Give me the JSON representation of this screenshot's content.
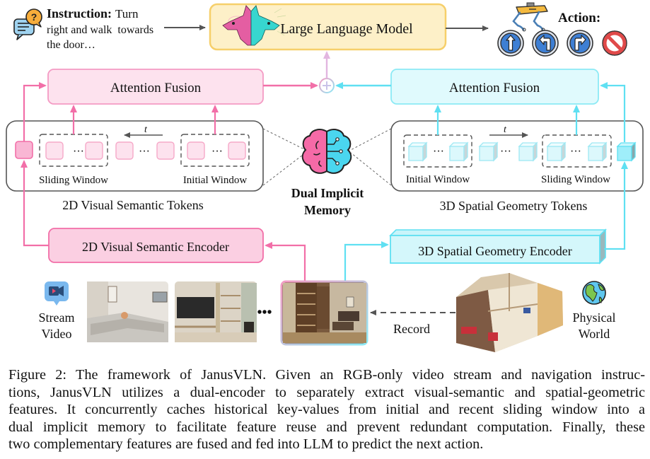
{
  "instruction": {
    "label": "Instruction:",
    "text_line1": "Turn",
    "text_line2": "right and walk  towards",
    "text_line3": "the door…",
    "icon": "chat-question-icon"
  },
  "llm": {
    "label": "Large Language Model",
    "icon": "janus-two-headed-wolf-icon"
  },
  "action": {
    "label": "Action:",
    "robot_icon": "quadruped-robot-icon",
    "buttons": [
      {
        "name": "forward",
        "icon": "arrow-up-icon"
      },
      {
        "name": "turn-left",
        "icon": "turn-left-icon"
      },
      {
        "name": "turn-right",
        "icon": "turn-right-icon"
      },
      {
        "name": "stop",
        "icon": "stop-sign-icon"
      }
    ]
  },
  "left_branch": {
    "fusion_label": "Attention Fusion",
    "tokens_caption": "2D Visual Semantic Tokens",
    "sliding_window_label": "Sliding Window",
    "initial_window_label": "Initial Window",
    "time_label": "t",
    "encoder_label": "2D Visual Semantic Encoder",
    "color": "#f26fa8"
  },
  "right_branch": {
    "fusion_label": "Attention Fusion",
    "tokens_caption": "3D Spatial  Geometry Tokens",
    "sliding_window_label": "Sliding Window",
    "initial_window_label": "Initial Window",
    "time_label": "t",
    "encoder_label": "3D Spatial Geometry Encoder",
    "color": "#5fe0f2"
  },
  "memory": {
    "label_line1": "Dual Implicit",
    "label_line2": "Memory",
    "icon": "brain-icon"
  },
  "stream": {
    "label_line1": "Stream",
    "label_line2": "Video",
    "icon": "video-camera-icon",
    "ellipsis": "•••"
  },
  "world": {
    "label_line1": "Physical",
    "label_line2": "World",
    "record_label": "Record",
    "icon": "globe-icon"
  },
  "colors": {
    "llm_fill": "#fdf0c8",
    "llm_border": "#f6cf6a",
    "pink_fill": "#fde2ee",
    "pink_border": "#f49bc4",
    "cyan_fill": "#e0fafd",
    "cyan_border": "#8ceaf5"
  },
  "caption": {
    "lines": [
      "Figure 2: The framework of JanusVLN. Given an RGB-only video stream and navigation instruc-",
      "tions, JanusVLN utilizes a dual-encoder to separately extract visual-semantic and spatial-geometric",
      "features. It concurrently caches historical key-values from initial and recent sliding window into a",
      "dual implicit memory to facilitate feature reuse and prevent redundant computation. Finally, these",
      "two complementary features are fused and fed into LLM to predict the next action."
    ]
  }
}
